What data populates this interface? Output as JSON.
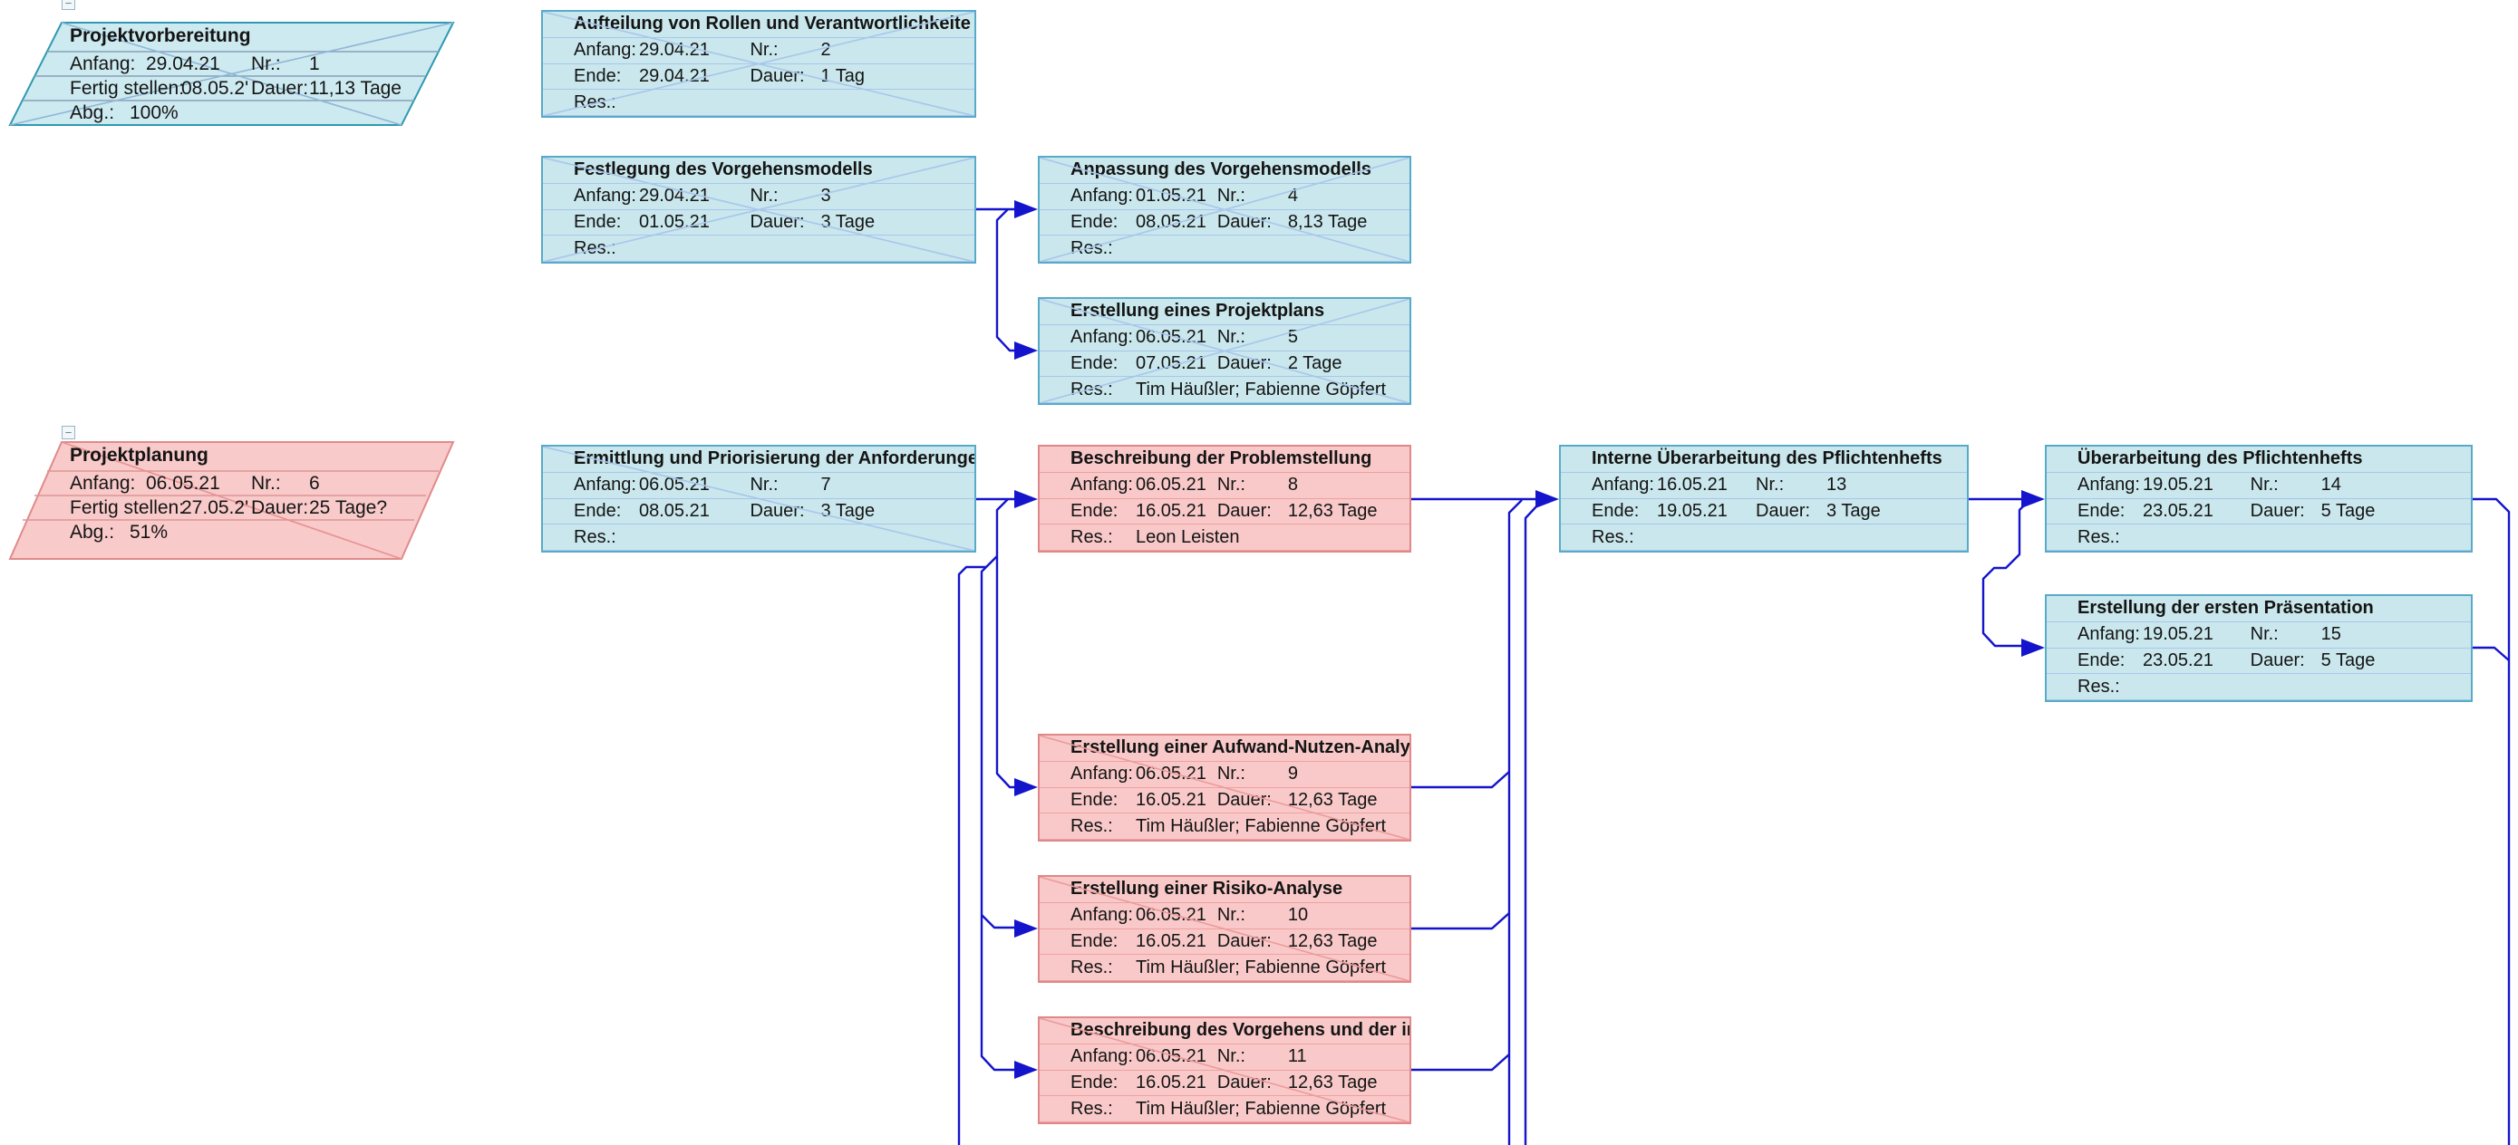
{
  "diagram": {
    "colors": {
      "connector": "#1414cc",
      "text": "#141414",
      "teal_fill": "#c9e7ec",
      "teal_border": "#58abc8",
      "teal_line": "#a8c6ec",
      "teal_diag": "#a8c6ec",
      "pink_fill": "#f9c9c9",
      "pink_border": "#e08888",
      "pink_line": "#f09f9f",
      "pink_diag": "#ec9b9b",
      "summary_teal_fill": "#cdeaf0",
      "summary_teal_border": "#2f99b1",
      "summary_teal_line": "#8aa0b8",
      "summary_teal_diag": "#8fb6d8",
      "summary_pink_fill": "#f9caca",
      "summary_pink_border": "#e08a8a",
      "summary_pink_line": "#dd9494",
      "summary_pink_diag": "#e89090"
    },
    "labels": {
      "start": "Anfang:",
      "end": "Ende:",
      "nr": "Nr.:",
      "duration": "Dauer:",
      "resources": "Res.:",
      "finish": "Fertig stellen:",
      "percent_complete": "Abg.:"
    },
    "collapse_glyph": "−",
    "summaries": [
      {
        "nr": "1",
        "title": "Projektvorbereitung",
        "start": "29.04.21",
        "finish": "08.05.2'",
        "duration": "11,13 Tage",
        "percent": "100%",
        "style": "teal",
        "progress": "done"
      },
      {
        "nr": "6",
        "title": "Projektplanung",
        "start": "06.05.21",
        "finish": "27.05.2'",
        "duration": "25 Tage?",
        "percent": "51%",
        "style": "pink",
        "progress": "active"
      }
    ],
    "tasks": [
      {
        "nr": "2",
        "title": "Aufteilung von Rollen und Verantwortlichkeite",
        "start": "29.04.21",
        "end": "29.04.21",
        "duration": "1 Tag",
        "resources": "",
        "style": "teal",
        "progress": "done"
      },
      {
        "nr": "3",
        "title": "Festlegung des Vorgehensmodells",
        "start": "29.04.21",
        "end": "01.05.21",
        "duration": "3 Tage",
        "resources": "",
        "style": "teal",
        "progress": "done"
      },
      {
        "nr": "4",
        "title": "Anpassung des Vorgehensmodells",
        "start": "01.05.21",
        "end": "08.05.21",
        "duration": "8,13 Tage",
        "resources": "",
        "style": "teal",
        "progress": "done"
      },
      {
        "nr": "5",
        "title": "Erstellung eines Projektplans",
        "start": "06.05.21",
        "end": "07.05.21",
        "duration": "2 Tage",
        "resources": "Tim Häußler; Fabienne Göpfert",
        "style": "teal",
        "progress": "done"
      },
      {
        "nr": "7",
        "title": "Ermittlung und Priorisierung der Anforderunge",
        "start": "06.05.21",
        "end": "08.05.21",
        "duration": "3 Tage",
        "resources": "",
        "style": "teal",
        "progress": "active"
      },
      {
        "nr": "8",
        "title": "Beschreibung der Problemstellung",
        "start": "06.05.21",
        "end": "16.05.21",
        "duration": "12,63 Tage",
        "resources": "Leon Leisten",
        "style": "pink",
        "progress": "none"
      },
      {
        "nr": "9",
        "title": "Erstellung einer Aufwand-Nutzen-Analyse",
        "start": "06.05.21",
        "end": "16.05.21",
        "duration": "12,63 Tage",
        "resources": "Tim Häußler; Fabienne Göpfert",
        "style": "pink",
        "progress": "active"
      },
      {
        "nr": "10",
        "title": "Erstellung einer Risiko-Analyse",
        "start": "06.05.21",
        "end": "16.05.21",
        "duration": "12,63 Tage",
        "resources": "Tim Häußler; Fabienne Göpfert",
        "style": "pink",
        "progress": "active"
      },
      {
        "nr": "11",
        "title": "Beschreibung des Vorgehens und der internen",
        "start": "06.05.21",
        "end": "16.05.21",
        "duration": "12,63 Tage",
        "resources": "Tim Häußler; Fabienne Göpfert",
        "style": "pink",
        "progress": "active"
      },
      {
        "nr": "13",
        "title": "Interne Überarbeitung des Pflichtenhefts",
        "start": "16.05.21",
        "end": "19.05.21",
        "duration": "3 Tage",
        "resources": "",
        "style": "teal",
        "progress": "none"
      },
      {
        "nr": "14",
        "title": "Überarbeitung des Pflichtenhefts",
        "start": "19.05.21",
        "end": "23.05.21",
        "duration": "5 Tage",
        "resources": "",
        "style": "teal",
        "progress": "none"
      },
      {
        "nr": "15",
        "title": "Erstellung der ersten Präsentation",
        "start": "19.05.21",
        "end": "23.05.21",
        "duration": "5 Tage",
        "resources": "",
        "style": "teal",
        "progress": "none"
      }
    ]
  }
}
